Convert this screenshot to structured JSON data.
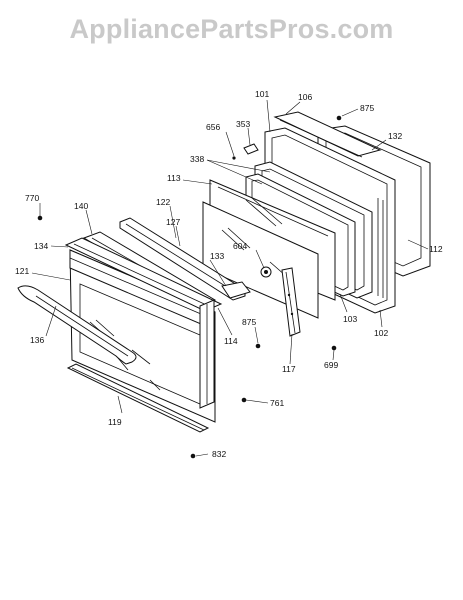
{
  "watermark": "AppliancePartsPros.com",
  "labels": {
    "l101": "101",
    "l106": "106",
    "l875a": "875",
    "l656": "656",
    "l353": "353",
    "l132": "132",
    "l338": "338",
    "l113": "113",
    "l770": "770",
    "l140": "140",
    "l122": "122",
    "l127": "127",
    "l134": "134",
    "l133": "133",
    "l604": "604",
    "l112": "112",
    "l121": "121",
    "l136": "136",
    "l875b": "875",
    "l114": "114",
    "l103": "103",
    "l102": "102",
    "l699": "699",
    "l117": "117",
    "l761": "761",
    "l119": "119",
    "l832": "832"
  }
}
